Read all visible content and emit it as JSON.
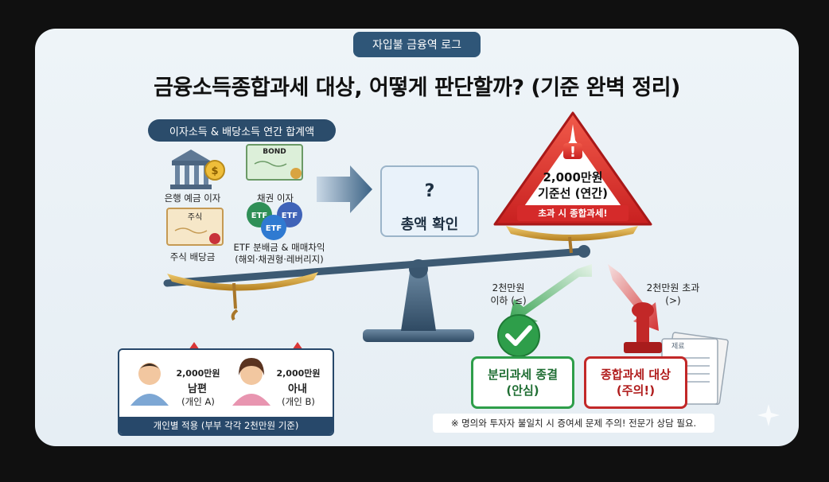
{
  "badge": "자입불 금융역 로그",
  "title": "금융소득종합과세 대상, 어떻게 판단할까? (기준 완벽 정리)",
  "income_header": "이자소득 & 배당소득 연간 합계액",
  "items": {
    "bank": "은행 예금 이자",
    "bond": "채권 이자",
    "bond_tag": "BOND",
    "stock": "주식 배당금",
    "stock_tag": "주식",
    "etf_line1": "ETF 분배금 & 매매차익",
    "etf_line2": "(해외·채권형·레버리지)",
    "etf_tag": "ETF"
  },
  "check_box": {
    "symbol": "?",
    "label": "총액 확인"
  },
  "threshold": {
    "amount": "2,000만원",
    "label": "기준선 (연간)",
    "ribbon": "초과 시 종합과세!"
  },
  "branches": {
    "left_line1": "2천만원",
    "left_line2": "이하 (≤)",
    "right_line1": "2천만원 초과",
    "right_line2": "(>)"
  },
  "results": {
    "separate_line1": "분리과세 종결",
    "separate_line2": "(안심)",
    "comprehensive_line1": "종합과세 대상",
    "comprehensive_line2": "(주의!)",
    "paper_tag": "제료"
  },
  "people": {
    "husband_amount": "2,000만원",
    "husband_name": "남편",
    "husband_sub": "(개인 A)",
    "wife_amount": "2,000만원",
    "wife_name": "아내",
    "wife_sub": "(개인 B)",
    "footer": "개인별 적용 (부부 각각 2천만원 기준)"
  },
  "note": "※ 명의와 투자자 불일치 시 증여세 문제 주의! 전문가 상담 필요.",
  "colors": {
    "navy": "#2b4c6b",
    "warn_red": "#d93636",
    "safe_green": "#2e9e4a",
    "gold": "#d9a441"
  }
}
